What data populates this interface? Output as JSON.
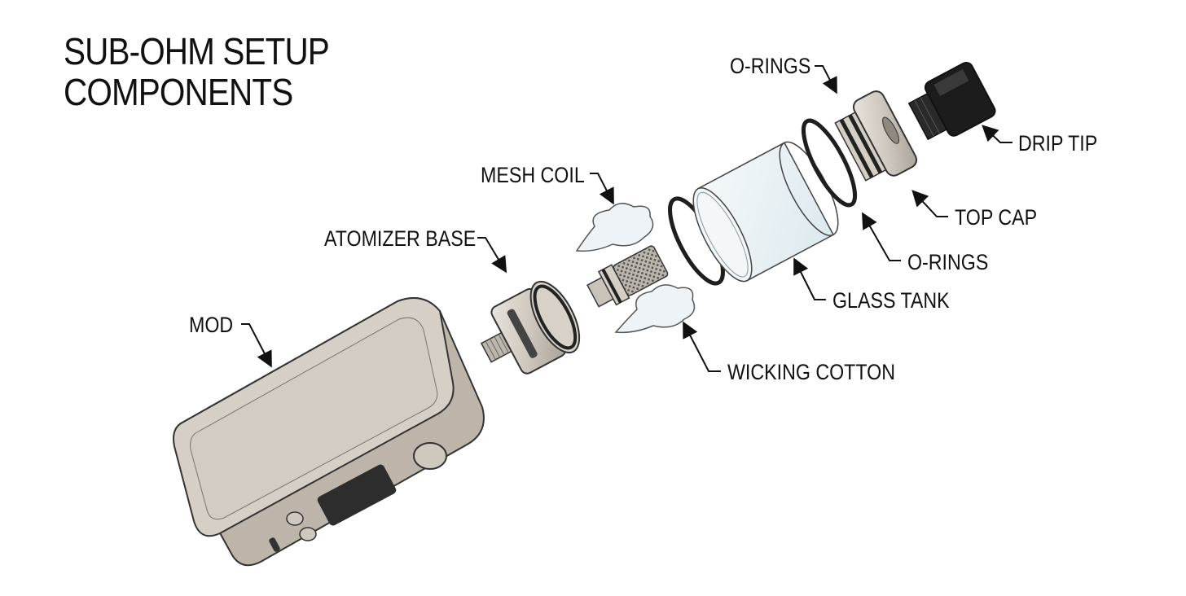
{
  "title": {
    "line1": "SUB-OHM SETUP",
    "line2": "COMPONENTS"
  },
  "labels": {
    "mod": "MOD",
    "atomizer_base": "ATOMIZER BASE",
    "mesh_coil": "MESH COIL",
    "wicking_cotton": "WICKING COTTON",
    "glass_tank": "GLASS TANK",
    "o_rings_lower": "O-RINGS",
    "o_rings_upper": "O-RINGS",
    "top_cap": "TOP CAP",
    "drip_tip": "DRIP TIP"
  },
  "colors": {
    "background": "#ffffff",
    "text": "#111111",
    "metal": "#cfc8bf",
    "metal_dark": "#8f8880",
    "glass": "#e6f0f4",
    "o_ring": "#1e1e1e",
    "drip_tip": "#1c1c1c",
    "cotton": "#eef3f7",
    "screen": "#2d2d2d"
  }
}
